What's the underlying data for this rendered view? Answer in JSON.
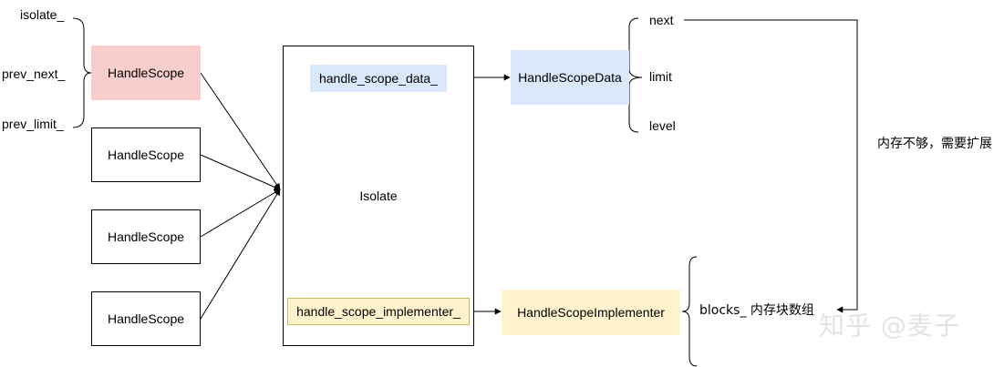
{
  "handle_scope_fields": {
    "isolate": "isolate_",
    "prev_next": "prev_next_",
    "prev_limit": "prev_limit_"
  },
  "handle_scopes": [
    "HandleScope",
    "HandleScope",
    "HandleScope",
    "HandleScope"
  ],
  "isolate": {
    "title": "Isolate",
    "data_field": "handle_scope_data_",
    "implementer_field": "handle_scope_implementer_"
  },
  "handle_scope_data": {
    "title": "HandleScopeData",
    "fields": [
      "next",
      "limit",
      "level"
    ]
  },
  "handle_scope_implementer": {
    "title": "HandleScopeImplementer",
    "blocks_label": "blocks_ 内存块数组"
  },
  "annotation": "内存不够，需要扩展",
  "watermark": "知乎 @麦子",
  "colors": {
    "pink": "#f8cecc",
    "blue": "#dae8fc",
    "yellow": "#fff2cc",
    "stroke": "#000000"
  }
}
